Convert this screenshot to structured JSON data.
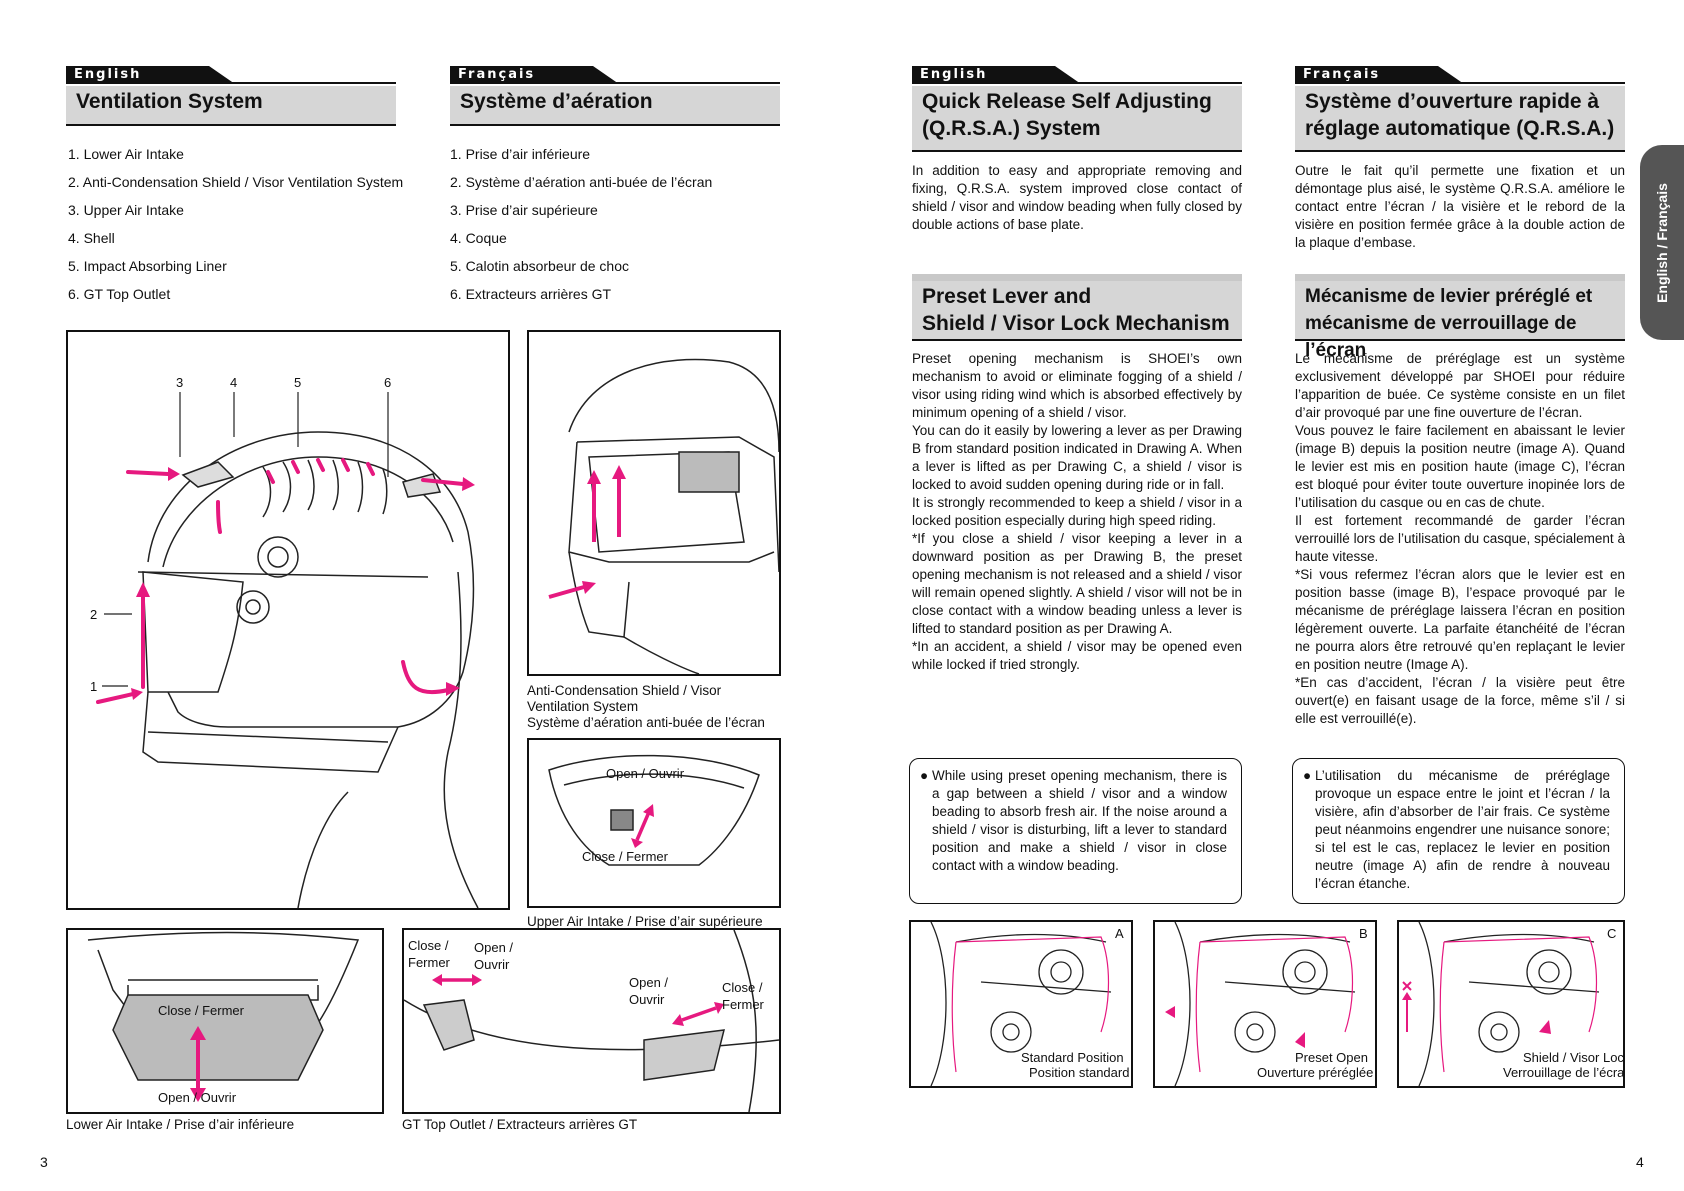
{
  "left": {
    "col1": {
      "lang": "English",
      "title": "Ventilation System",
      "items": [
        "1. Lower Air Intake",
        "2. Anti-Condensation Shield / Visor Ventilation System",
        "3. Upper Air Intake",
        "4. Shell",
        "5. Impact Absorbing Liner",
        "6. GT Top Outlet"
      ]
    },
    "col2": {
      "lang": "Français",
      "title": "Système d’aération",
      "items": [
        "1. Prise d’air inférieure",
        "2. Système d’aération anti-buée de l’écran",
        "3. Prise d’air supérieure",
        "4. Coque",
        "5. Calotin absorbeur de choc",
        "6. Extracteurs arrières GT"
      ]
    },
    "helmet_labels": [
      "3",
      "4",
      "5",
      "6",
      "2",
      "1"
    ],
    "anti_fog_caption": [
      "Anti-Condensation Shield / Visor",
      "Ventilation System",
      "Système d’aération anti-buée de l’écran"
    ],
    "upper_open": "Open / Ouvrir",
    "upper_close": "Close / Fermer",
    "upper_caption": "Upper Air Intake / Prise d’air supérieure",
    "lower_close": "Close / Fermer",
    "lower_open": "Open / Ouvrir",
    "lower_caption": "Lower Air Intake / Prise d’air inférieure",
    "gt_close1": [
      "Close /",
      "Fermer"
    ],
    "gt_open1": [
      "Open /",
      "Ouvrir"
    ],
    "gt_open2": [
      "Open /",
      "Ouvrir"
    ],
    "gt_close2": [
      "Close /",
      "Fermer"
    ],
    "gt_caption": "GT Top Outlet / Extracteurs arrières GT",
    "page": "3"
  },
  "right": {
    "col1": {
      "lang": "English",
      "title1": [
        "Quick Release Self Adjusting",
        "(Q.R.S.A.) System"
      ],
      "para1": "In addition to easy and appropriate removing and fixing, Q.R.S.A. system improved close contact of shield / visor and window beading when fully closed by double actions of base plate.",
      "title2": [
        "Preset Lever and",
        "Shield / Visor Lock Mechanism"
      ],
      "para2": [
        "Preset opening mechanism is SHOEI’s own mechanism to avoid or eliminate fogging of a shield / visor using riding wind which is absorbed effectively by minimum opening of a shield / visor.",
        "You can do it easily by lowering a lever as per Drawing B from standard position indicated in Drawing A. When a lever is lifted as per Drawing C, a shield / visor is locked to avoid sudden opening during ride or in fall.",
        "It is strongly recommended to keep a shield / visor in a locked position especially during high speed riding.",
        "*If you close a shield / visor keeping a lever in a downward position as per Drawing B, the preset opening mechanism is not released and a shield / visor will remain opened slightly. A shield / visor will not be in close contact with a window beading unless a lever is lifted to standard position as per Drawing A.",
        "*In an accident, a shield / visor may be opened even while locked if tried strongly."
      ],
      "note": "While using preset opening mechanism, there is a gap between a shield / visor and a window beading to absorb fresh air. If the noise around a shield / visor is disturbing, lift a lever to standard position and make a shield / visor in close contact with a window beading."
    },
    "col2": {
      "lang": "Français",
      "title1": [
        "Système d’ouverture rapide à",
        "réglage automatique (Q.R.S.A.)"
      ],
      "para1": "Outre le fait qu’il permette une fixation et un démontage plus aisé, le système Q.R.S.A. améliore le contact entre l’écran / la visière et le rebord de la visière en position fermée grâce à la double action de la plaque d’embase.",
      "title2": [
        "Mécanisme de levier préréglé et",
        "mécanisme de verrouillage de l’écran"
      ],
      "para2": [
        "Le mécanisme de préréglage est un système exclusivement développé par SHOEI pour réduire l’apparition de buée. Ce système consiste en un filet d’air provoqué par une fine ouverture de l’écran.",
        "Vous pouvez le faire facilement en abaissant le levier (image B) depuis la position neutre (image A). Quand le levier est mis en position haute (image C), l’écran est bloqué pour éviter toute ouverture inopinée lors de l’utilisation du casque ou en cas de chute.",
        "Il est fortement recommandé de garder l’écran verrouillé lors de l’utilisation du casque, spécialement à haute vitesse.",
        "*Si vous refermez l’écran alors que le levier est en position basse (image B), l’espace provoqué par le mécanisme de préréglage laissera l’écran en position légèrement ouverte. La parfaite étanchéité de l’écran ne pourra alors être retrouvé qu’en replaçant le levier en position neutre (Image A).",
        "*En cas d’accident, l’écran / la visière peut être ouvert(e) en faisant usage de la force, même s’il / si elle est verrouillé(e)."
      ],
      "note": "L’utilisation du mécanisme de préréglage provoque un espace entre le joint et l’écran / la visière, afin d’absorber de l’air frais. Ce système peut néanmoins engendrer une nuisance sonore; si tel est le cas, replacez le levier en position neutre (image A) afin de rendre à nouveau l’écran étanche."
    },
    "bullet": "●",
    "drawings": [
      {
        "letter": "A",
        "label": [
          "Standard Position",
          "Position standard"
        ]
      },
      {
        "letter": "B",
        "label": [
          "Preset Open",
          "Ouverture préréglée"
        ]
      },
      {
        "letter": "C",
        "label": [
          "Shield / Visor Lock",
          "Verrouillage de l’écran"
        ]
      }
    ],
    "side_tab": "English / Français",
    "page": "4"
  },
  "colors": {
    "accent_magenta": "#e6197f",
    "title_bg": "#d6d6d6",
    "side_tab": "#555555"
  }
}
